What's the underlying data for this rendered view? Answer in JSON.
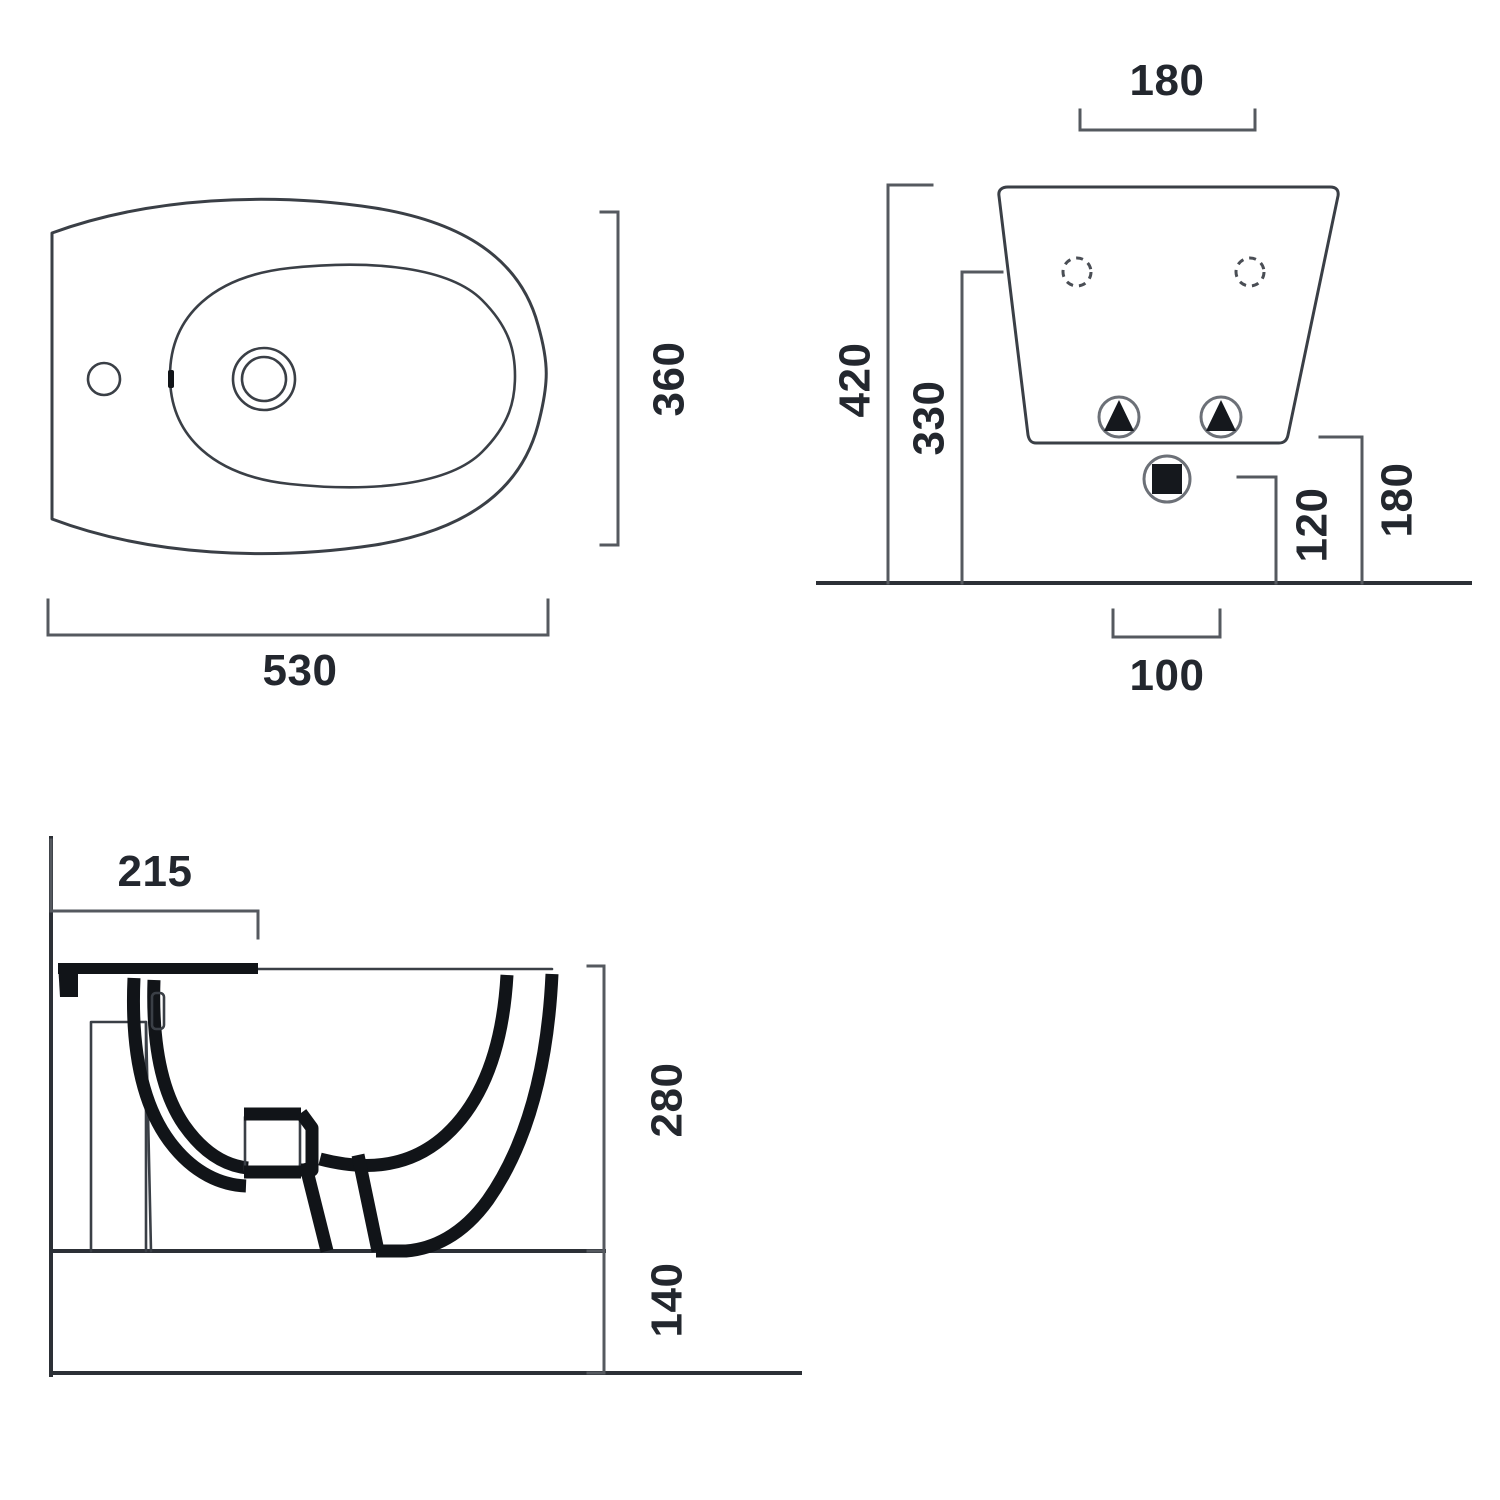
{
  "document": {
    "type": "technical-dimension-drawing",
    "subject": "wall-hung bidet",
    "units": "mm",
    "background_color": "#ffffff",
    "line_color": "#3a3f46",
    "heavy_line_color": "#111418",
    "text_color": "#23272e"
  },
  "views": {
    "top": {
      "name": "top-view",
      "dimensions": {
        "width": {
          "value": "530",
          "orientation": "horizontal",
          "position": "below"
        },
        "depth": {
          "value": "360",
          "orientation": "vertical",
          "position": "right"
        }
      },
      "features": [
        {
          "name": "tap-hole",
          "shape": "circle"
        },
        {
          "name": "overflow-slot",
          "shape": "slot"
        },
        {
          "name": "drain-outlet",
          "shape": "double-ring"
        }
      ]
    },
    "front": {
      "name": "front-view",
      "dimensions": {
        "bolt_spacing": {
          "value": "180",
          "orientation": "horizontal",
          "position": "above"
        },
        "total_height": {
          "value": "420",
          "orientation": "vertical",
          "position": "left-outer"
        },
        "bowl_height": {
          "value": "330",
          "orientation": "vertical",
          "position": "left-inner"
        },
        "outlet_height": {
          "value": "180",
          "orientation": "vertical",
          "position": "right-outer"
        },
        "bolt_height": {
          "value": "120",
          "orientation": "vertical",
          "position": "right-inner"
        },
        "outlet_width": {
          "value": "100",
          "orientation": "horizontal",
          "position": "below-ground"
        }
      },
      "features": [
        {
          "name": "fixing-hole-left",
          "shape": "dashed-circle"
        },
        {
          "name": "fixing-hole-right",
          "shape": "dashed-circle"
        },
        {
          "name": "wall-bolt-left",
          "shape": "circle-triangle"
        },
        {
          "name": "wall-bolt-right",
          "shape": "circle-triangle"
        },
        {
          "name": "waste-outlet",
          "shape": "circle-square"
        }
      ]
    },
    "side": {
      "name": "side-section-view",
      "dimensions": {
        "tap_offset": {
          "value": "215",
          "orientation": "horizontal",
          "position": "above"
        },
        "bowl_height": {
          "value": "280",
          "orientation": "vertical",
          "position": "right-upper"
        },
        "floor_clearance": {
          "value": "140",
          "orientation": "vertical",
          "position": "right-lower"
        }
      }
    }
  },
  "labels": {
    "top_width": "530",
    "top_depth": "360",
    "front_bolt_spacing": "180",
    "front_total_height": "420",
    "front_bowl_height": "330",
    "front_outlet_height": "180",
    "front_bolt_height": "120",
    "front_outlet_width": "100",
    "side_tap_offset": "215",
    "side_bowl_height": "280",
    "side_floor_clearance": "140"
  }
}
